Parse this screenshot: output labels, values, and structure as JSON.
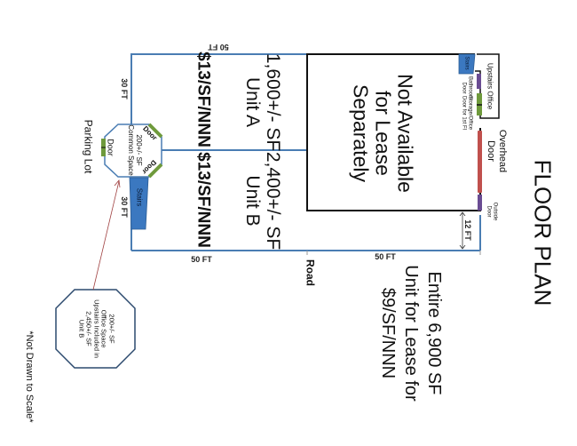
{
  "title": "FLOOR PLAN",
  "colors": {
    "wall_blue": "#4a7db3",
    "wall_black": "#111111",
    "stairs_blue": "#3b78c0",
    "door_green": "#6f9a3c",
    "door_purple": "#6a4c93",
    "overhead_red": "#c0504d",
    "arrow_red": "#a04040"
  },
  "units": {
    "unit_a": {
      "area": "1,600+/- SF",
      "name": "Unit A",
      "price": "$13/SF/NNN"
    },
    "unit_b": {
      "area": "2,400+/- SF",
      "name": "Unit B",
      "price": "$13/SF/NNN"
    },
    "not_available": {
      "line1": "Not Available",
      "line2": "for Lease",
      "line3": "Separately"
    }
  },
  "dimensions": {
    "top_width": "50 FT",
    "bottom_width_left": "50 FT",
    "bottom_width_right": "50 FT",
    "left_height_upper": "30 FT",
    "left_height_lower": "30 FT",
    "gap": "12 FT"
  },
  "labels": {
    "road": "Road",
    "parking_lot": "Parking Lot",
    "overhead_door_line1": "Overhead",
    "overhead_door_line2": "Door",
    "outside_door_line1": "Outside",
    "outside_door_line2": "Door",
    "upstairs_office": "Upstairs Office",
    "stairs_top": "Stairs",
    "stairs_bottom": "Stairs",
    "bathroom_door_line1": "Bathroom",
    "bathroom_door_line2": "Door",
    "storage_door_line1": "Storage/Office",
    "storage_door_line2": "Door for 1st Fl"
  },
  "common_space": {
    "area": "200+/- SF",
    "name": "Common Space",
    "door_top": "Door",
    "door_side": "Door",
    "door_bottom": "Door"
  },
  "callout": {
    "line1": "200+/- SF",
    "line2": "Office Space",
    "line3": "Upstairs Included in",
    "line4": "2,450+/- SF",
    "line5": "Unit B"
  },
  "offer": {
    "line1": "Entire 6,900 SF",
    "line2": "Unit for Lease for",
    "line3": "$9/SF/NNN"
  },
  "footnote": "*Not Drawn to Scale*"
}
